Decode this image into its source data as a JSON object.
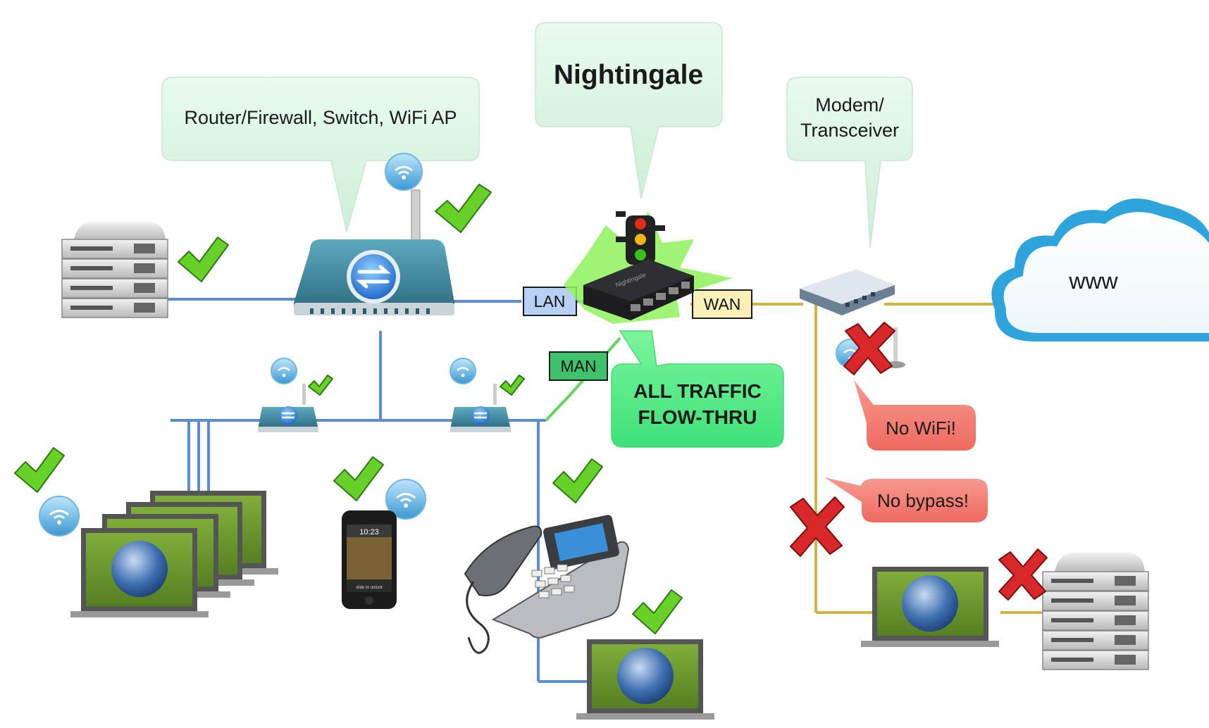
{
  "callouts": {
    "router": "Router/Firewall, Switch, WiFi AP",
    "nightingale": "Nightingale",
    "modem_line1": "Modem/",
    "modem_line2": "Transceiver",
    "traffic_line1": "ALL TRAFFIC",
    "traffic_line2": "FLOW-THRU",
    "no_wifi": "No WiFi!",
    "no_bypass": "No bypass!"
  },
  "ports": {
    "lan": "LAN",
    "wan": "WAN",
    "man": "MAN"
  },
  "cloud": {
    "label": "www"
  },
  "phone": {
    "time": "10:23",
    "unlock": "slide to unlock"
  },
  "device_brand": "Nightingale",
  "colors": {
    "lan_line": "#5b8ad6",
    "wan_line": "#d4b24a",
    "man_line": "#5fd65f",
    "callout_green": "#ddf6e3",
    "callout_red": "#f47c72",
    "traffic_callout": "#5cf08a",
    "check_green": "#67d12a",
    "cross_red": "#d8282a",
    "cloud_blue": "#2fa3dc",
    "screen_green": "#6b9c2e"
  },
  "icons": [
    "wifi-icon",
    "check-icon",
    "cross-icon",
    "traffic-light-icon",
    "globe-icon",
    "server-icon",
    "laptop-icon",
    "router-icon",
    "modem-icon",
    "ip-phone-icon",
    "smartphone-icon",
    "cloud-icon"
  ]
}
